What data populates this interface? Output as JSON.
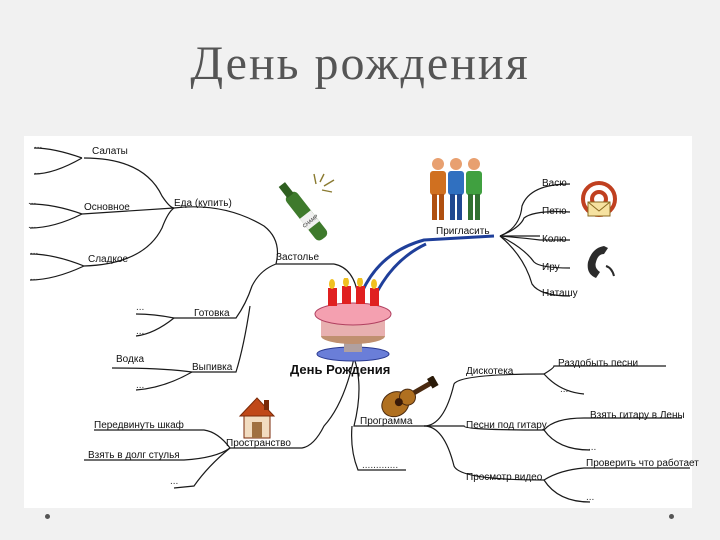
{
  "slide": {
    "title": "День рождения"
  },
  "map": {
    "center": "День Рождения",
    "branches": {
      "zastolye": "Застолье",
      "priglasit": "Пригласить",
      "programma": "Программа",
      "prostranstvo": "Пространство"
    },
    "zastolye_items": {
      "eda": "Еда (купить)",
      "salaty": "Салаты",
      "osnovnoe": "Основное",
      "sladkoe": "Сладкое",
      "gotovka": "Готовка",
      "vypivka": "Выпивка",
      "vodka": "Водка"
    },
    "guests": [
      "Васю",
      "Петю",
      "Колю",
      "Иру",
      "Наташу"
    ],
    "programma_items": {
      "diskoteka": "Дискотека",
      "razdobyt": "Раздобыть песни",
      "pesni": "Песни под гитару",
      "vzyat_gitaru": "Взять гитару в Лены",
      "prosmotr": "Просмотр видео",
      "proverit": "Проверить что работает"
    },
    "prostranstvo_items": {
      "shkaf": "Передвинуть шкаф",
      "stulya": "Взять в долг стулья"
    },
    "ellipsis": "...",
    "long_ellipsis": "............."
  },
  "colors": {
    "branch_line": "#1a1a1a",
    "accent_blue": "#1f3f9a",
    "panel": "#ffffff",
    "background": "#f1f1f1"
  },
  "icons": [
    "people-icon",
    "email-icon",
    "phone-icon",
    "cake-icon",
    "champagne-icon",
    "guitar-icon",
    "house-icon"
  ]
}
